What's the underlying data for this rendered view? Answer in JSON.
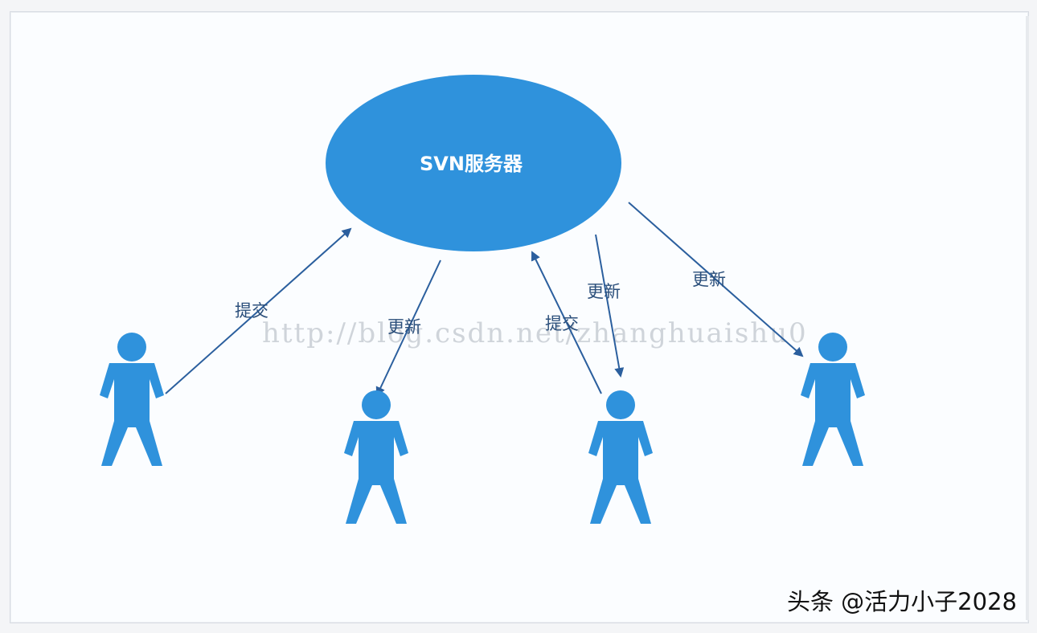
{
  "diagram": {
    "server_label": "SVN服务器",
    "watermark_url": "http://blog.csdn.net/zhanghuaishu0",
    "credit": "头条 @活力小子2028",
    "colors": {
      "server_fill": "#2f92dc",
      "person_fill": "#2f92dc",
      "arrow": "#2b5f9e",
      "label": "#2b4f7b"
    },
    "edges": [
      {
        "id": "edge-1",
        "label": "提交",
        "direction": "to-server"
      },
      {
        "id": "edge-2",
        "label": "更新",
        "direction": "to-user"
      },
      {
        "id": "edge-3",
        "label": "提交",
        "direction": "to-server"
      },
      {
        "id": "edge-4",
        "label": "更新",
        "direction": "to-user"
      },
      {
        "id": "edge-5",
        "label": "更新",
        "direction": "to-user"
      }
    ],
    "users": [
      {
        "id": "user-1"
      },
      {
        "id": "user-2"
      },
      {
        "id": "user-3"
      },
      {
        "id": "user-4"
      }
    ]
  }
}
